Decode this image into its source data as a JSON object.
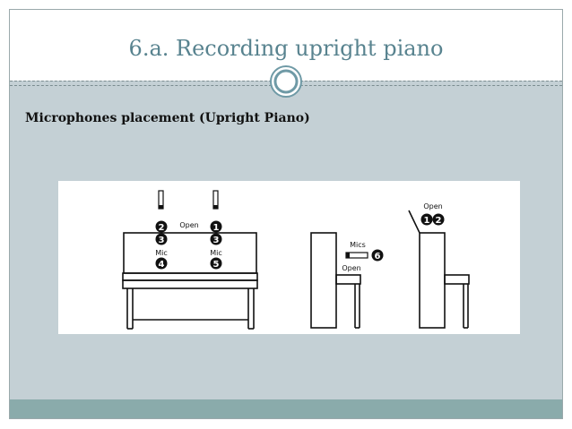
{
  "slide": {
    "title": "6.a. Recording upright piano",
    "subtitle": "Microphones placement (Upright Piano)"
  },
  "diagram": {
    "labels": {
      "open_front": "Open",
      "mic_left": "Mic",
      "mic_right": "Mic",
      "mics_side": "Mics",
      "open_side_low": "Open",
      "open_side_top": "Open"
    },
    "markers": {
      "m1": "1",
      "m2": "2",
      "m3_left": "3",
      "m3_right": "3",
      "m4": "4",
      "m5": "5",
      "m6": "6",
      "m1_side": "1",
      "m2_side": "2"
    }
  },
  "colors": {
    "title": "#58838f",
    "slide_bg": "#c4d0d5",
    "footer": "#8aabab"
  }
}
